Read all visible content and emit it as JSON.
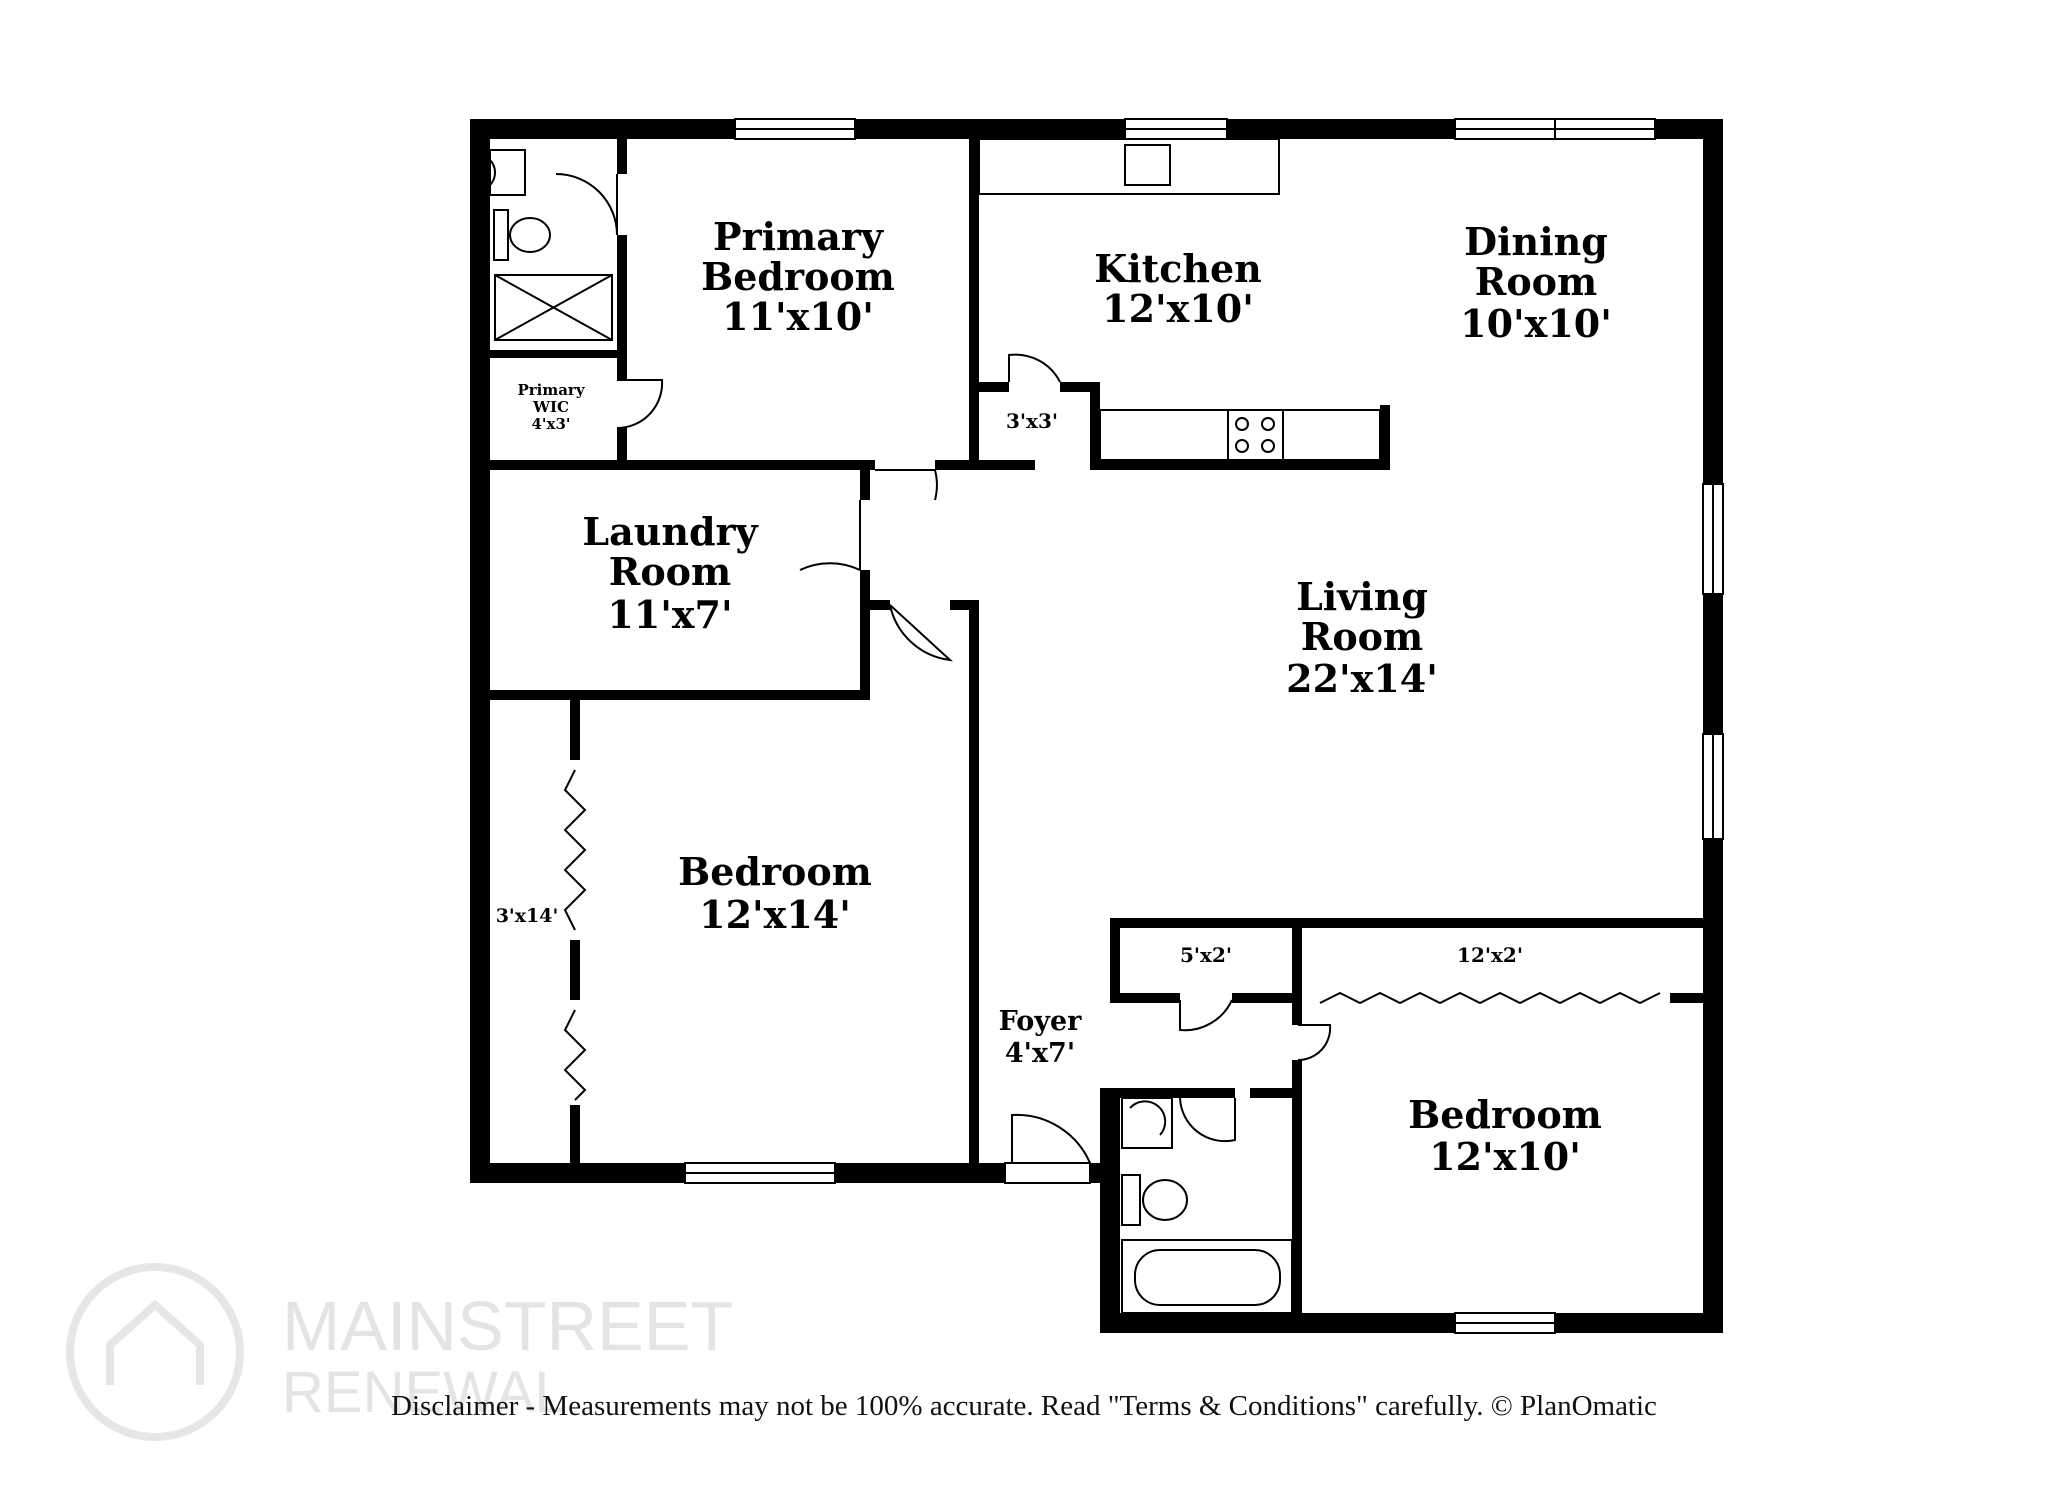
{
  "rooms": {
    "primary_bedroom": {
      "name_line1": "Primary",
      "name_line2": "Bedroom",
      "size": "11'x10'"
    },
    "kitchen": {
      "name": "Kitchen",
      "size": "12'x10'"
    },
    "dining_room": {
      "name_line1": "Dining",
      "name_line2": "Room",
      "size": "10'x10'"
    },
    "primary_wic": {
      "name_line1": "Primary",
      "name_line2": "WIC",
      "size": "4'x3'"
    },
    "pantry": {
      "size": "3'x3'"
    },
    "laundry_room": {
      "name_line1": "Laundry",
      "name_line2": "Room",
      "size": "11'x7'"
    },
    "living_room": {
      "name_line1": "Living",
      "name_line2": "Room",
      "size": "22'x14'"
    },
    "bedroom_left": {
      "name": "Bedroom",
      "size": "12'x14'"
    },
    "closet_left": {
      "size": "3'x14'"
    },
    "closet_small": {
      "size": "5'x2'"
    },
    "closet_right": {
      "size": "12'x2'"
    },
    "foyer": {
      "name": "Foyer",
      "size": "4'x7'"
    },
    "bedroom_right": {
      "name": "Bedroom",
      "size": "12'x10'"
    }
  },
  "watermark": {
    "line1": "MAINSTREET",
    "line2": "RENEWAL"
  },
  "disclaimer": "Disclaimer - Measurements may not be 100% accurate. Read \"Terms & Conditions\" carefully. © PlanOmatic"
}
